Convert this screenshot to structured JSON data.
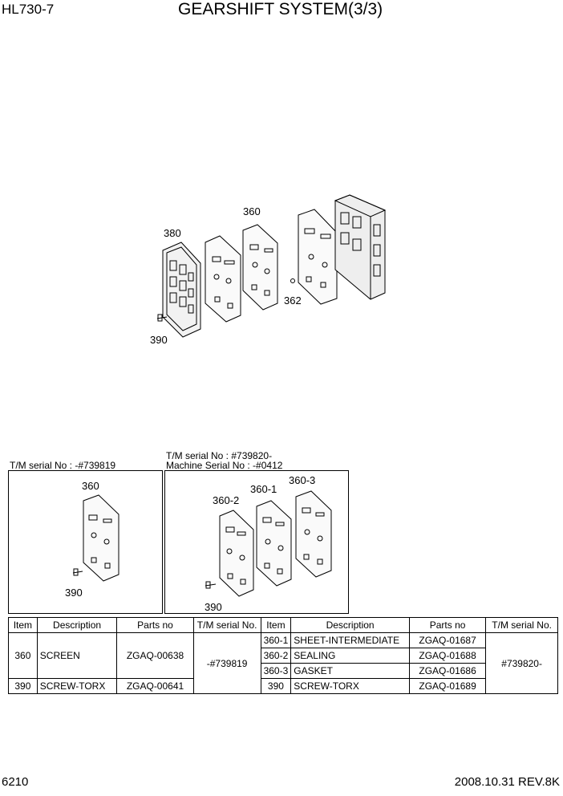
{
  "header": {
    "model": "HL730-7",
    "title": "GEARSHIFT SYSTEM(3/3)"
  },
  "diagram": {
    "labels": {
      "p380": "380",
      "p360": "360",
      "p362": "362",
      "p390": "390"
    }
  },
  "boxes": {
    "left": {
      "caption": "T/M serial No :  -#739819",
      "label_360": "360",
      "label_390": "390"
    },
    "right": {
      "caption_line1": "T/M serial No :  #739820-",
      "caption_line2": "Machine Serial No : -#0412",
      "label_360_1": "360-1",
      "label_360_2": "360-2",
      "label_360_3": "360-3",
      "label_390": "390"
    }
  },
  "table": {
    "headers": [
      "Item",
      "Description",
      "Parts no",
      "T/M serial No.",
      "Item",
      "Description",
      "Parts no",
      "T/M serial No."
    ],
    "left_rows": [
      {
        "item": "360",
        "description": "SCREEN",
        "parts_no": "ZGAQ-00638"
      },
      {
        "item": "390",
        "description": "SCREW-TORX",
        "parts_no": "ZGAQ-00641"
      }
    ],
    "left_serial": "-#739819",
    "right_rows": [
      {
        "item": "360-1",
        "description": "SHEET-INTERMEDIATE",
        "parts_no": "ZGAQ-01687"
      },
      {
        "item": "360-2",
        "description": "SEALING",
        "parts_no": "ZGAQ-01688"
      },
      {
        "item": "360-3",
        "description": "GASKET",
        "parts_no": "ZGAQ-01686"
      },
      {
        "item": "390",
        "description": "SCREW-TORX",
        "parts_no": "ZGAQ-01689"
      }
    ],
    "right_serial": "#739820-"
  },
  "footer": {
    "page_number": "6210",
    "date_rev": "2008.10.31  REV.8K"
  }
}
